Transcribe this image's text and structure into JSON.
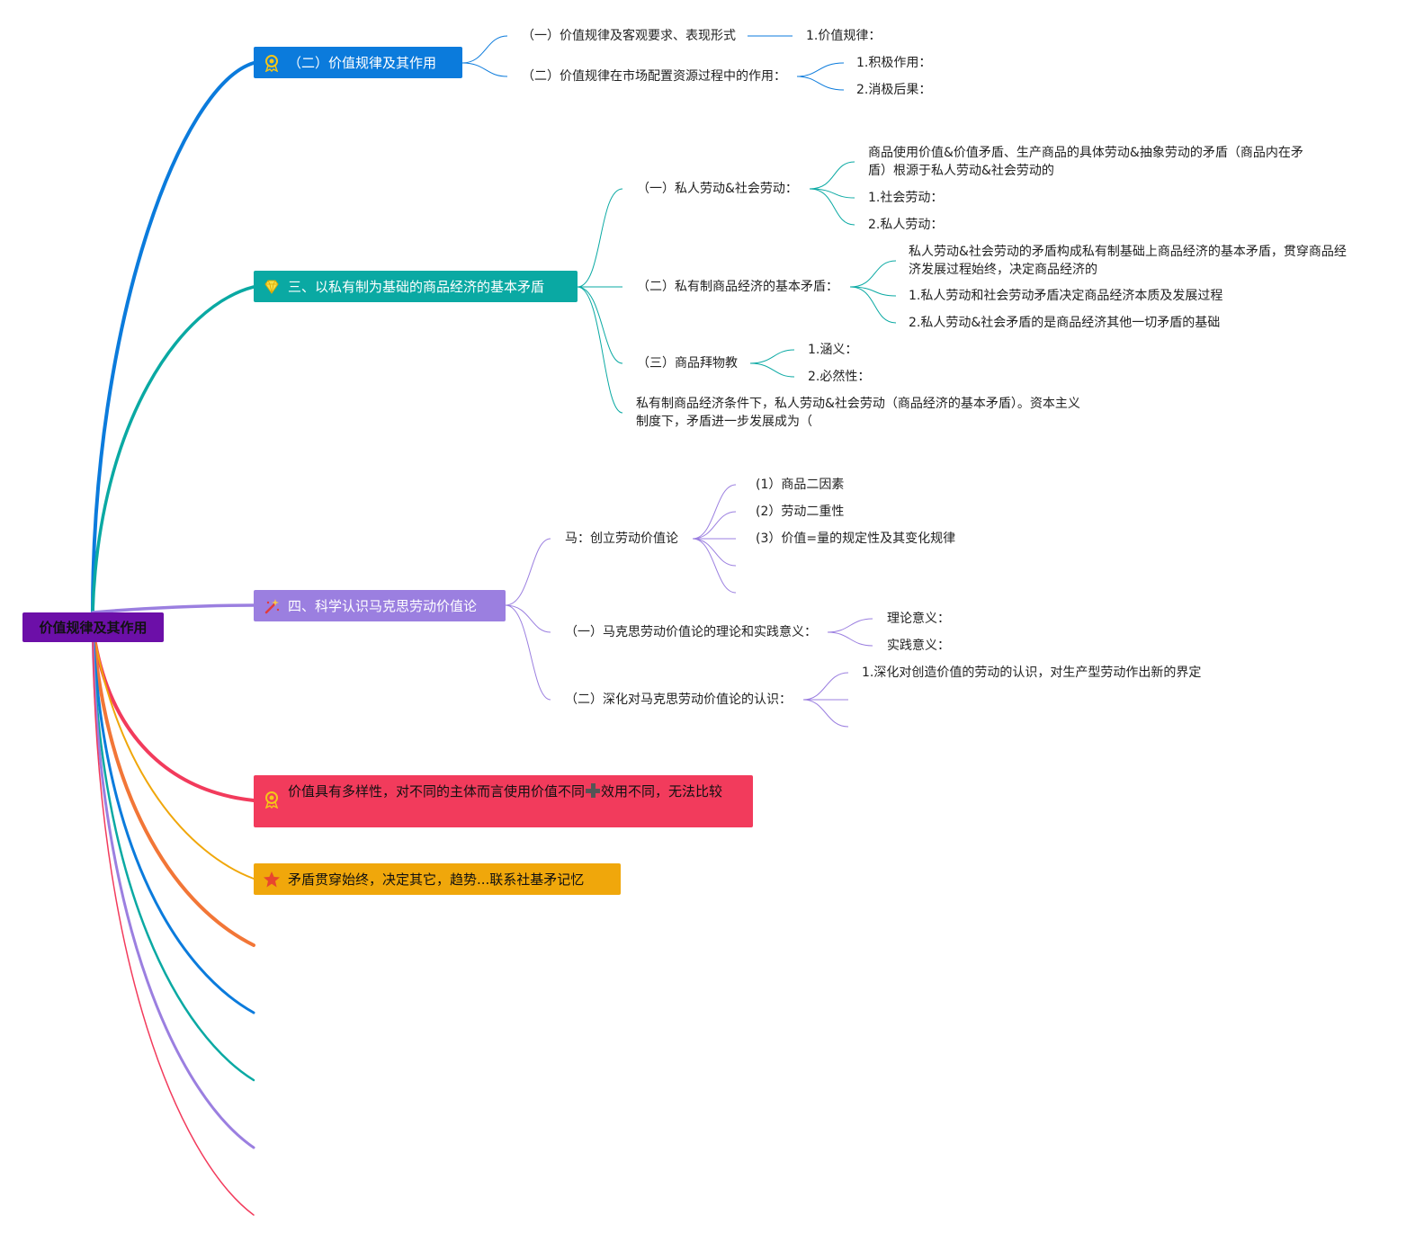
{
  "root": "价值规律及其作用",
  "icons": {
    "b1": "award-medal-icon",
    "b2": "diamond-icon",
    "b3": "magic-wand-icon",
    "b4": "award-medal-icon",
    "b5": "star-icon",
    "inline_plus": "plus-icon"
  },
  "colors": {
    "root": "#6c0fa8",
    "blue": "#0b7bdc",
    "teal": "#0aa9a3",
    "purple": "#9b7fe0",
    "red": "#f23b5c",
    "yellow": "#f0a70b",
    "orange": "#f27637"
  },
  "b1": {
    "title": "（二）价值规律及其作用",
    "c1": "（一）价值规律及客观要求、表现形式",
    "c1a": "1.价值规律：",
    "c2": "（二）价值规律在市场配置资源过程中的作用：",
    "c2a": "1.积极作用：",
    "c2b": "2.消极后果："
  },
  "b2": {
    "title": "三、以私有制为基础的商品经济的基本矛盾",
    "c1": "（一）私人劳动&社会劳动：",
    "c1a": "商品使用价值&价值矛盾、生产商品的具体劳动&抽象劳动的矛盾（商品内在矛盾）根源于私人劳动&社会劳动的",
    "c1b": "1.社会劳动：",
    "c1c": "2.私人劳动：",
    "c2": "（二）私有制商品经济的基本矛盾：",
    "c2a": "私人劳动&社会劳动的矛盾构成私有制基础上商品经济的基本矛盾，贯穿商品经济发展过程始终，决定商品经济的",
    "c2b": "1.私人劳动和社会劳动矛盾决定商品经济本质及发展过程",
    "c2c": "2.私人劳动&社会矛盾的是商品经济其他一切矛盾的基础",
    "c3": "（三）商品拜物教",
    "c3a": "1.涵义：",
    "c3b": "2.必然性：",
    "c4": "私有制商品经济条件下，私人劳动&社会劳动（商品经济的基本矛盾）。资本主义制度下，矛盾进一步发展成为（"
  },
  "b3": {
    "title": "四、科学认识马克思劳动价值论",
    "c1": "马：创立劳动价值论",
    "c1a": "(1）商品二因素",
    "c1b": "(2）劳动二重性",
    "c1c": "(3）价值=量的规定性及其变化规律",
    "c2": "（一）马克思劳动价值论的理论和实践意义：",
    "c2a": "理论意义：",
    "c2b": "实践意义：",
    "c3": "（二）深化对马克思劳动价值论的认识：",
    "c3a": "1.深化对创造价值的劳动的认识，对生产型劳动作出新的界定"
  },
  "b4": {
    "text_a": "价值具有多样性，对不同的主体而言使用价值不同",
    "text_b": "效用不同，无法比较"
  },
  "b5": {
    "text": "矛盾贯穿始终，决定其它，趋势...联系社基矛记忆"
  }
}
